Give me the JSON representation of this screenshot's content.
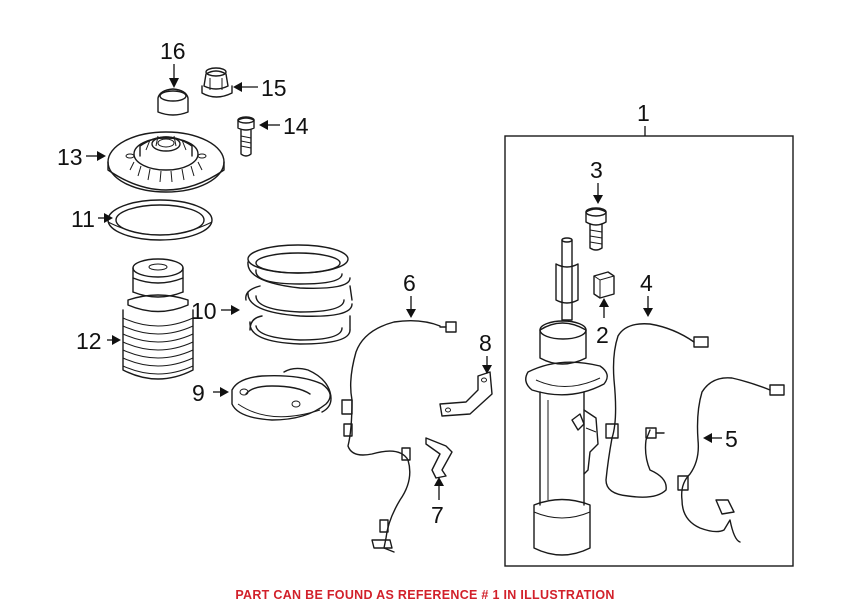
{
  "callouts": {
    "c1": "1",
    "c2": "2",
    "c3": "3",
    "c4": "4",
    "c5": "5",
    "c6": "6",
    "c7": "7",
    "c8": "8",
    "c9": "9",
    "c10": "10",
    "c11": "11",
    "c12": "12",
    "c13": "13",
    "c14": "14",
    "c15": "15",
    "c16": "16"
  },
  "footer": {
    "note": "PART CAN BE FOUND AS REFERENCE # 1 IN ILLUSTRATION",
    "color": "#d2202a"
  }
}
